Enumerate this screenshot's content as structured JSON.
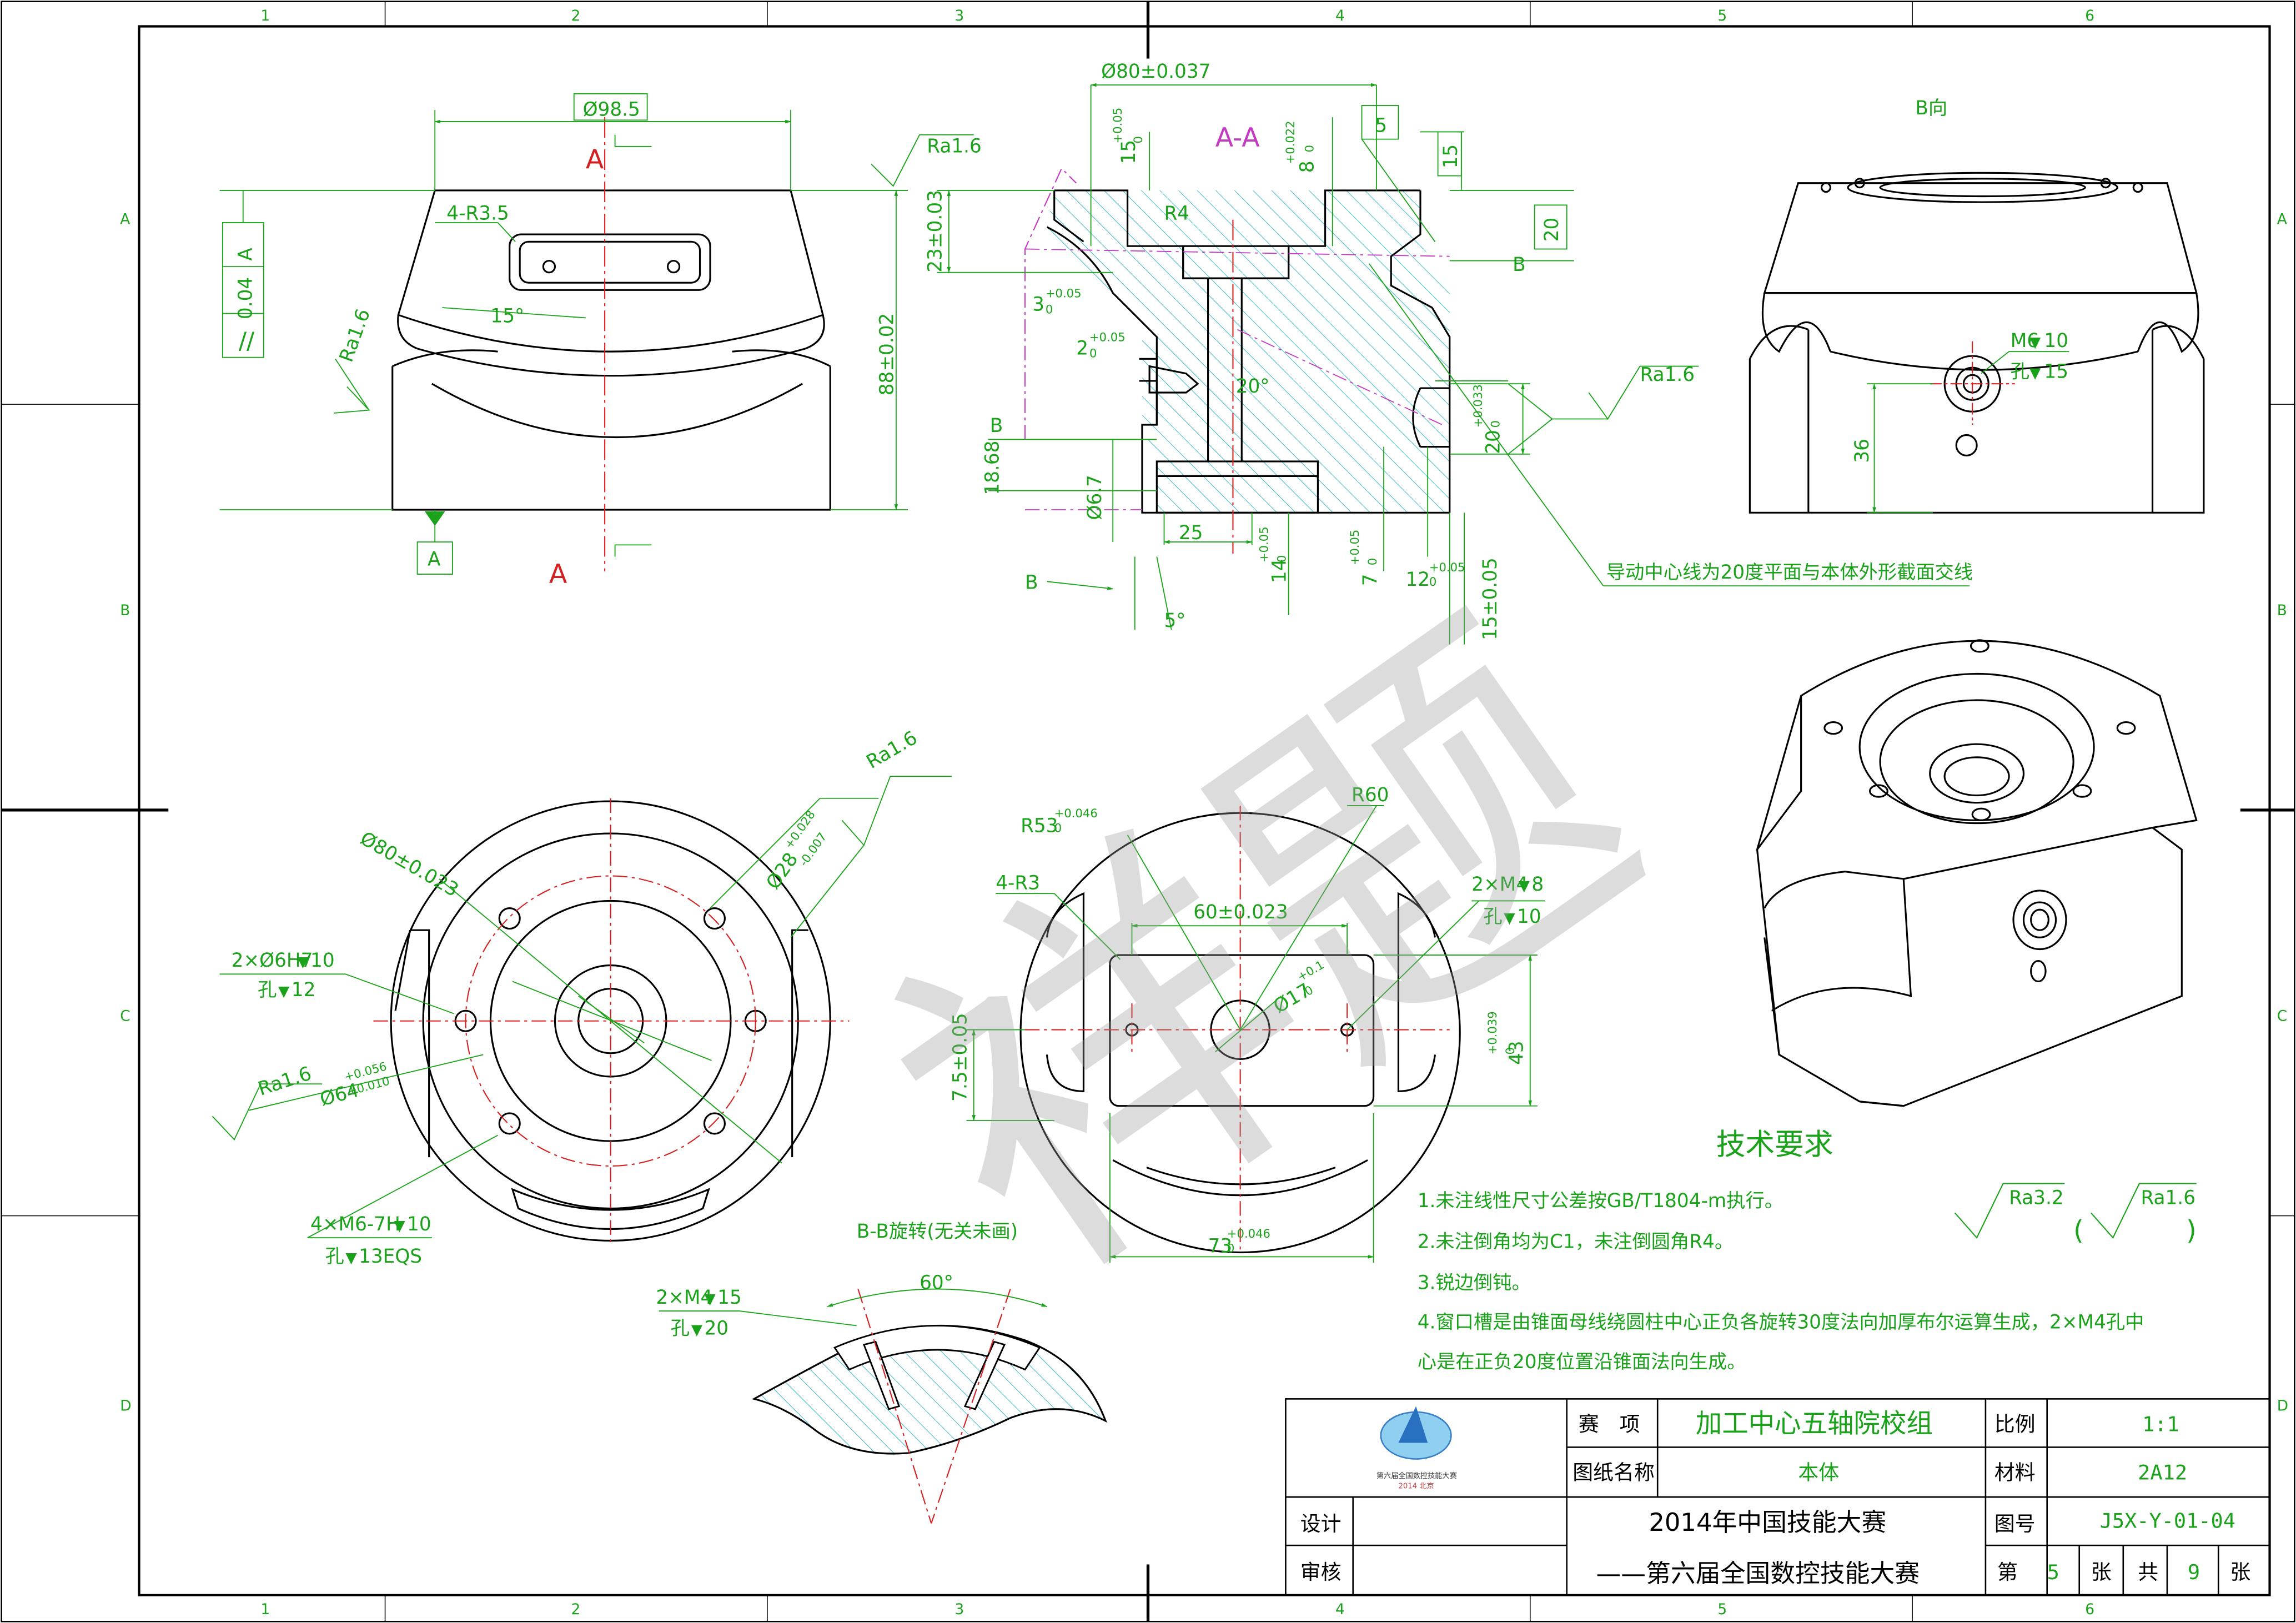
{
  "zone_labels": {
    "columns": [
      "1",
      "2",
      "3",
      "4",
      "5",
      "6"
    ],
    "rows": [
      "A",
      "B",
      "C",
      "D"
    ]
  },
  "colors": {
    "outline": "#000000",
    "dimension": "#1aa31a",
    "centerline": "#d42020",
    "phantom": "#c23bc2",
    "hatch": "#25b5c5",
    "watermark": "#9a9a9a"
  },
  "watermark": "祥题",
  "views": {
    "front": {
      "section_mark_top": "A",
      "section_mark_bottom": "A",
      "dims": {
        "dia_top": "Ø98.5",
        "slot": "4-R3.5",
        "angle": "15°",
        "roughness_top": "Ra1.6",
        "roughness_side": "Ra1.6",
        "parallel_tol": "0.04",
        "parallel_ref": "A",
        "height": "88±0.02",
        "datum": "A"
      }
    },
    "section_aa": {
      "title": "A-A",
      "dims": {
        "bore": "Ø80±0.037",
        "d15": "15",
        "d15_tol": "+0.05",
        "d15_tol2": "0",
        "d8": "8",
        "d8_tol": "+0.022",
        "d8_tol2": "0",
        "d5": "5",
        "d15b": "15",
        "d20": "20",
        "b_mark": "B",
        "r4": "R4",
        "h23": "23±0.03",
        "d3": "3",
        "d3_tol": "+0.05",
        "d3_tol2": "0",
        "d2": "2",
        "d2_tol": "+0.05",
        "d2_tol2": "0",
        "ang20": "20°",
        "ra": "Ra1.6",
        "w20": "20",
        "w20_tol": "+0.033",
        "w20_tol2": "0",
        "b_left": "B",
        "h1868": "18.68",
        "dia67": "Ø6.7",
        "d25": "25",
        "d14": "14",
        "d14_tol": "+0.05",
        "d14_tol2": "0",
        "d7": "7",
        "d7_tol": "+0.05",
        "d7_tol2": "0",
        "d12": "12",
        "d12_tol": "+0.05",
        "d12_tol2": "0",
        "d15c": "15±0.05",
        "ang5": "5°",
        "b_arrow": "B",
        "note": "导动中心线为20度平面与本体外形截面交线"
      }
    },
    "view_b": {
      "title": "B向",
      "dims": {
        "thread": "M6",
        "thread_depth": "10",
        "hole": "孔",
        "hole_depth": "15",
        "h36": "36"
      }
    },
    "bottom": {
      "dims": {
        "dia80": "Ø80±0.023",
        "dia28": "Ø28",
        "dia28_tol": "+0.028",
        "dia28_tol2": "-0.007",
        "dia64": "Ø64",
        "dia64_tol": "+0.056",
        "dia64_tol2": "+0.010",
        "pin": "2×Ø6H7",
        "pin_depth": "10",
        "pin_hole": "孔",
        "pin_hole_depth": "12",
        "ra1": "Ra1.6",
        "ra2": "Ra1.6",
        "thread": "4×M6-7H",
        "thread_depth": "10",
        "thread_hole": "孔",
        "thread_hole_depth": "13EQS"
      }
    },
    "top": {
      "dims": {
        "r53": "R53",
        "r53_tol": "+0.046",
        "r53_tol2": "0",
        "r60": "R60",
        "r3": "4-R3",
        "w60": "60±0.023",
        "dia17": "Ø17",
        "dia17_tol": "+0.1",
        "dia17_tol2": "0",
        "m4": "2×M4",
        "m4_depth": "8",
        "m4_hole": "孔",
        "m4_hole_depth": "10",
        "h75": "7.5±0.05",
        "h43": "43",
        "h43_tol": "+0.039",
        "h43_tol2": "0",
        "w73": "73",
        "w73_tol": "+0.046",
        "w73_tol2": "0"
      }
    },
    "section_bb": {
      "title": "B-B旋转(无关未画)",
      "dims": {
        "ang60": "60°",
        "m4": "2×M4",
        "m4_depth": "15",
        "hole": "孔",
        "hole_depth": "20"
      }
    }
  },
  "tech_requirements": {
    "title": "技术要求",
    "items": [
      "1.未注线性尺寸公差按GB/T1804-m执行。",
      "2.未注倒角均为C1，未注倒圆角R4。",
      "3.锐边倒钝。",
      "4.窗口槽是由锥面母线绕圆柱中心正负各旋转30度法向加厚布尔运算生成，2×M4孔中",
      "心是在正负20度位置沿锥面法向生成。"
    ],
    "roughness_general": "Ra3.2",
    "roughness_other": "Ra1.6"
  },
  "title_block": {
    "event_label": "赛　项",
    "event_value": "加工中心五轴院校组",
    "drawing_name_label": "图纸名称",
    "drawing_name_value": "本体",
    "scale_label": "比例",
    "scale_value": "1:1",
    "material_label": "材料",
    "material_value": "2A12",
    "drawing_no_label": "图号",
    "drawing_no_value": "J5X-Y-01-04",
    "designer_label": "设计",
    "reviewer_label": "审核",
    "competition_line1": "2014年中国技能大赛",
    "competition_line2": "——第六届全国数控技能大赛",
    "sheet_label_pre": "第",
    "sheet_no": "5",
    "sheet_label_mid": "张",
    "total_label_pre": "共",
    "total_no": "9",
    "total_label_post": "张",
    "logo_text1": "第六届全国数控技能大赛",
    "logo_text2": "2014 北京"
  }
}
